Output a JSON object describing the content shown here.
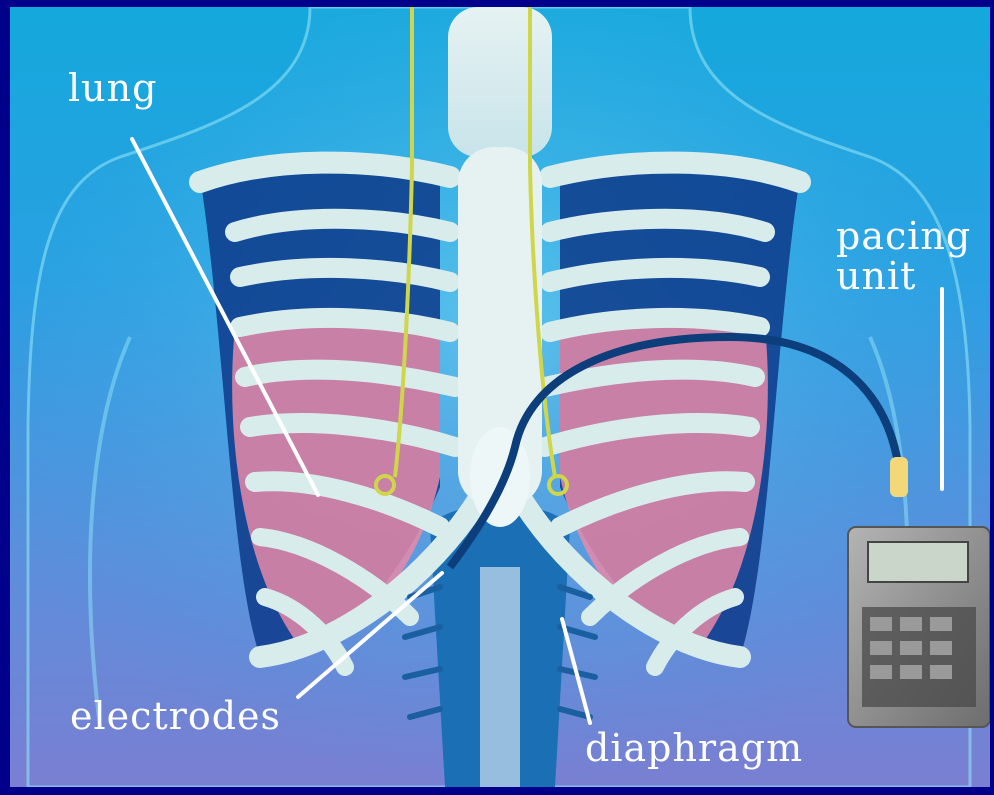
{
  "labels": {
    "lung": "lung",
    "pacing_line1": "pacing",
    "pacing_line2": "unit",
    "electrodes": "electrodes",
    "diaphragm": "diaphragm"
  },
  "colors": {
    "frame": "#00008a",
    "background": "#2aa0e2",
    "bone": "#d8ecec",
    "lung": "#e88aa8",
    "nerve": "#cfd64a",
    "cable": "#0b3e7a",
    "device": "#8b8b8b",
    "label_text": "#ffffff"
  }
}
